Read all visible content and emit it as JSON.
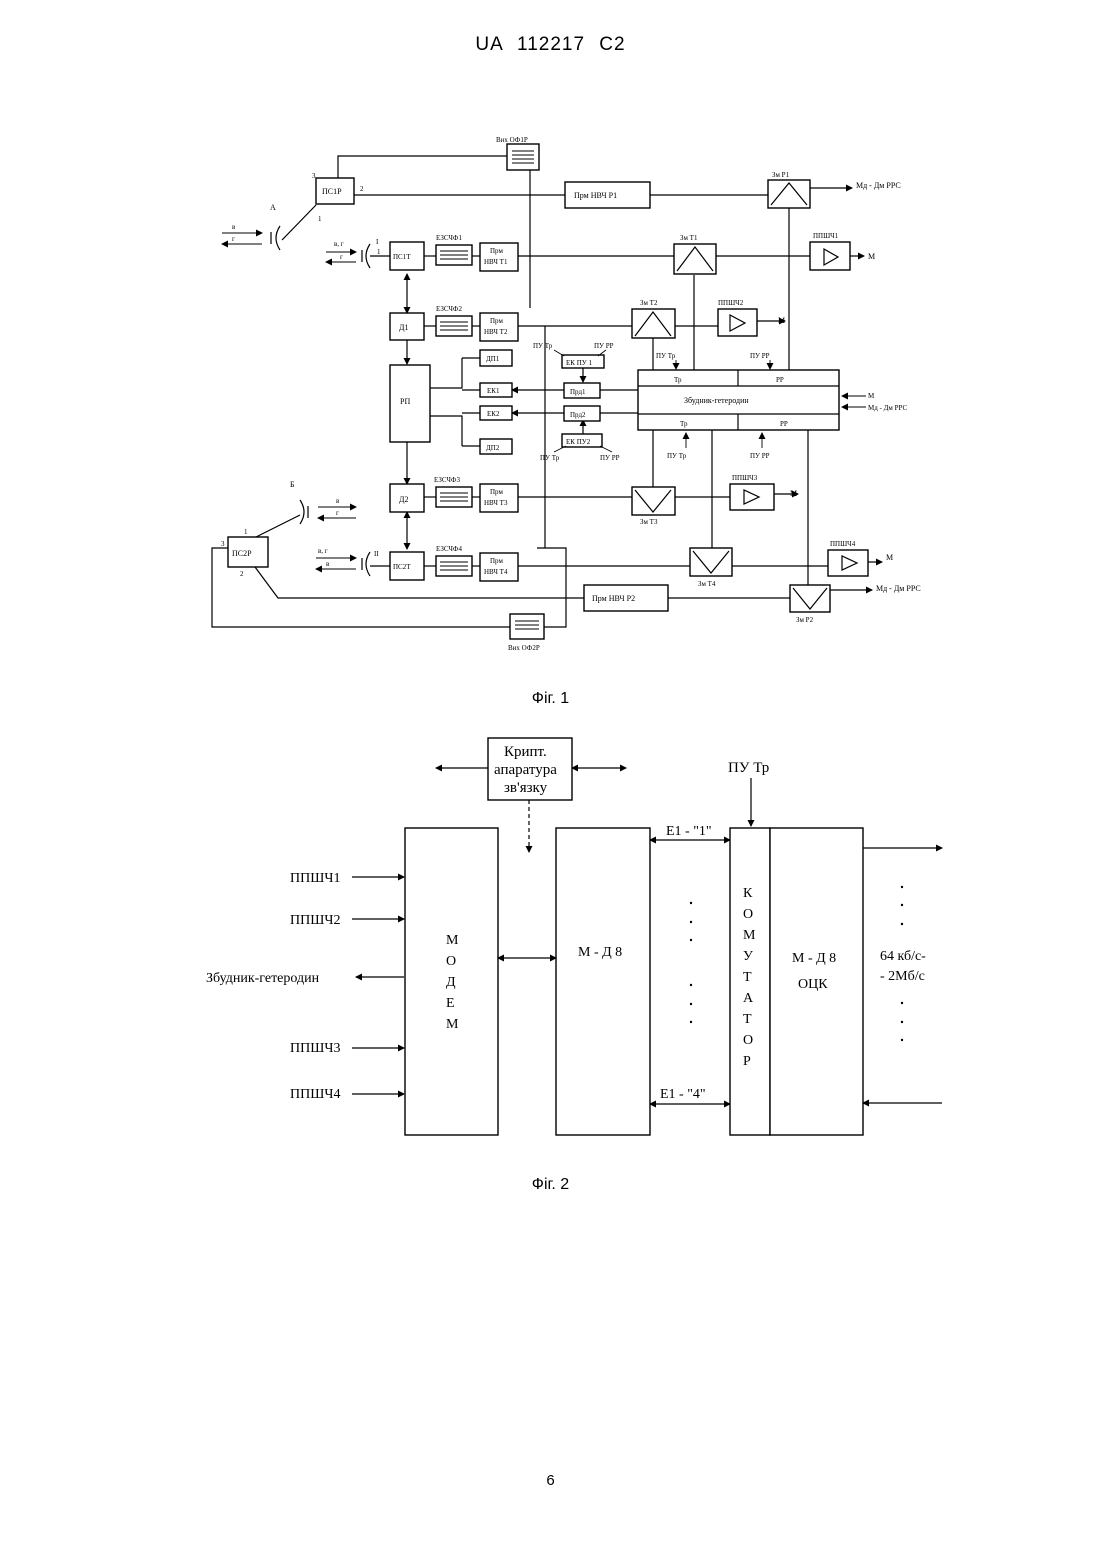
{
  "header": {
    "text": "UA   112217   C2"
  },
  "fig1": {
    "caption": "Фіг. 1",
    "blocks": {
      "ps1r": "ПС1Р",
      "ps1t": "ПС1Т",
      "d1": "Д1",
      "rp": "РП",
      "d2": "Д2",
      "ps2r": "ПС2Р",
      "ps2t": "ПС2Т",
      "dp1": "ДП1",
      "ek1": "ЕК1",
      "ek2": "ЕК2",
      "dp2": "ДП2",
      "ekpu1": "ЕК ПУ 1",
      "prd1": "Прд1",
      "prd2": "Прд2",
      "ekpu2": "ЕК ПУ2",
      "prm_nvch_r1": "Прм НВЧ Р1",
      "prm_nvch_r2": "Прм НВЧ Р2",
      "prm_nvch_t1": [
        "Прм",
        "НВЧ Т1"
      ],
      "prm_nvch_t2": [
        "Прм",
        "НВЧ Т2"
      ],
      "prm_nvch_t3": [
        "Прм",
        "НВЧ Т3"
      ],
      "prm_nvch_t4": [
        "Прм",
        "НВЧ Т4"
      ],
      "pshch1": "ППШЧ1",
      "pshch2": "ППШЧ2",
      "pshch3": "ППШЧ3",
      "pshch4": "ППШЧ4",
      "zm_r1": "Зм Р1",
      "zm_t1": "Зм Т1",
      "zm_t2": "Зм Т2",
      "zm_t3": "Зм Т3",
      "zm_t4": "Зм Т4",
      "zm_r2": "Зм Р2",
      "vkh_of1r": "Вих ОФ1Р",
      "vkh_of2r": "Вих ОФ2Р",
      "ezchf1": "ЕЗСЧФ1",
      "ezchf2": "ЕЗСЧФ2",
      "ezchf3": "ЕЗСЧФ3",
      "ezchf4": "ЕЗСЧФ4",
      "exciter": "Збудник-гетеродин",
      "tr": "Тр",
      "rr": "РР"
    },
    "labels": {
      "a": "А",
      "b": "Б",
      "v": "в",
      "g": "г",
      "vg": "в, г",
      "i": "I",
      "ii": "II",
      "n1": "1",
      "n2": "2",
      "n3": "3",
      "m": "М",
      "md_dm_prs": "Мд - Дм РРС",
      "pu_tr": "ПУ Тр",
      "pu_rr": "ПУ РР"
    }
  },
  "fig2": {
    "caption": "Фіг. 2",
    "crypto": [
      "Крипт.",
      "апаратура",
      "зв'язку"
    ],
    "modem_letters": [
      "М",
      "О",
      "Д",
      "Е",
      "М"
    ],
    "md8": "М - Д 8",
    "switch_letters": [
      "К",
      "О",
      "М",
      "У",
      "Т",
      "А",
      "Т",
      "О",
      "Р"
    ],
    "md8_ock": [
      "М - Д 8",
      "ОЦК"
    ],
    "pu_tr": "ПУ Тр",
    "e1_first": "Е1 - \"1\"",
    "e1_fourth": "Е1 - \"4\"",
    "rate": [
      "64 кб/с-",
      "- 2Мб/с"
    ],
    "inputs": [
      "ППШЧ1",
      "ППШЧ2",
      "ППШЧ3",
      "ППШЧ4"
    ],
    "output": "Збудник-гетеродин"
  },
  "page_number": "6"
}
